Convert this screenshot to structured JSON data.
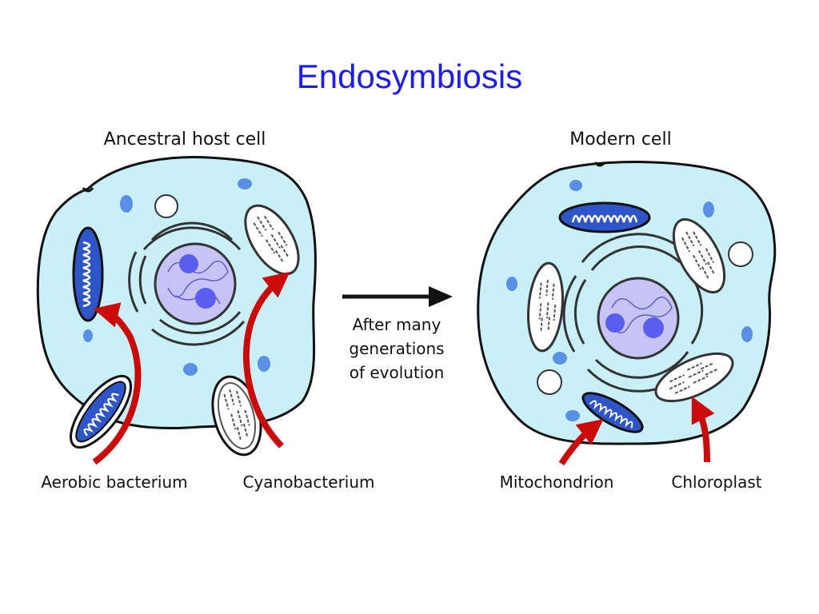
{
  "title": "Endosymbiosis",
  "diagram": {
    "left_heading": "Ancestral host cell",
    "right_heading": "Modern cell",
    "arrow_caption": [
      "After many",
      "generations",
      "of evolution"
    ],
    "captions": {
      "aerobic": "Aerobic bacterium",
      "cyano": "Cyanobacterium",
      "mito": "Mitochondrion",
      "chloro": "Chloroplast"
    }
  },
  "colors": {
    "title": "#1a1aff",
    "cytoplasm": "#c8f0f6",
    "nucleus": "#c7c3f5",
    "nucleolus": "#5a5ef0",
    "mitochondrion": "#2f56c8",
    "arrow_red": "#cc0a0a",
    "vesicle": "#5a8fe6"
  }
}
